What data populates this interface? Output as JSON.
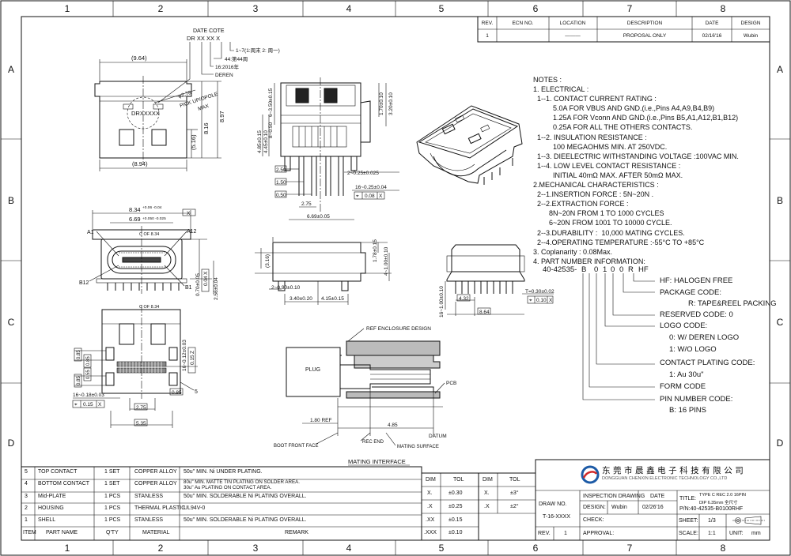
{
  "border": {
    "columns": [
      "1",
      "2",
      "3",
      "4",
      "5",
      "6",
      "7",
      "8"
    ],
    "rows": [
      "A",
      "B",
      "C",
      "D"
    ]
  },
  "revision_table": {
    "headers": [
      "REV.",
      "ECN NO.",
      "LOCATION",
      "DESCRIPTION",
      "DATE",
      "DESIGN"
    ],
    "row": [
      "1",
      "",
      "———",
      "PROPOSAL ONLY",
      "02/16'16",
      "Wubin"
    ]
  },
  "labels": {
    "date_code_title": "DATE COTE",
    "date_code_chars": "DR  XX  XX  X",
    "date_code_1": "1~7(1:周末 2: 周一)",
    "date_code_2": "44:第44周",
    "date_code_3": "16:2016年",
    "date_code_4": "DEREN",
    "dim_964": "(9.64)",
    "dim_278": "φ2.78",
    "pick_up": "PICK UP/OPOLE",
    "max": "MAX",
    "drxxxxx": "DRXXXXX",
    "dim_816": "8.16",
    "dim_897": "8.97",
    "dim_516": "(5.16)",
    "dim_894": "(8.94)",
    "side_6_350": "6~3.50±0.15",
    "side_8_050": "8~0.50",
    "side_485": "4.85±0.15",
    "side_445": "4.45±0.10",
    "side_170": "1.70±0.10",
    "side_320": "3.20±0.10",
    "side_250": "2.50",
    "side_150": "1.50",
    "side_050": "0.50",
    "side_2_025": "2~0.25±0.025",
    "side_16_025": "16~0.25±0.04",
    "side_tol1": "0.08",
    "side_tol1_ref": "X",
    "side_275": "2.75",
    "side_669": "6.69±0.05",
    "front_834": "8.34",
    "front_834_tol": "+0.06 -0.04",
    "front_669": "6.69",
    "front_669_tol": "+0.050 -0.025",
    "front_x": "X",
    "front_a1": "A1",
    "front_a12": "A12",
    "front_b12": "B12",
    "front_b1": "B1",
    "front_cof": "C OF 8.34",
    "front_070": "0.70±0.05",
    "front_tol04": "0.04",
    "front_tol04_ref": "X",
    "front_256": "2.56±0.04",
    "plan_316": "(3.16)",
    "plan_178": "1.78±0.15",
    "plan_4_100": "4~1.00±0.10",
    "plan_2_090": "2~0.90±0.10",
    "plan_340": "3.40±0.20",
    "plan_415": "4.15±0.15",
    "right_432": "4.32",
    "right_864": "8.64",
    "right_16_100": "16~1.00±0.10",
    "right_t": "T=0.30±0.02",
    "right_tol": "0.10",
    "right_tol_ref": "X",
    "fp_cof": "C OF 8.34",
    "fp_16_012": "16~0.12±0.03",
    "fp_tol015": "0.15",
    "fp_tol015_ref": "Z",
    "fp_16_018": "16~0.18±0.03",
    "fp_tol015b": "0.15",
    "fp_tol015b_ref": "X",
    "fp_275": "2.75",
    "fp_535": "5.35",
    "fp_085": "0.85",
    "fp_5": "5",
    "fp_left1": "0.85",
    "fp_left2": "0.85",
    "fp_left3": "0.85",
    "fp_left4": "0.55",
    "mi_ref": "REF ENCLOSURE DESIGN",
    "mi_plug": "PLUG",
    "mi_pcb": "PCB",
    "mi_datum": "DATUM",
    "mi_180": "1.80 REF",
    "mi_485": "4.85",
    "mi_boot": "BOOT FRONT FACE",
    "mi_rec": "REC END",
    "mi_mating": "MATING SURFACE",
    "mi_title": "MATING INTERFACE"
  },
  "notes": [
    "NOTES :",
    "1. ELECTRICAL :",
    "  1--1. CONTACT CURRENT RATING :",
    "          5.0A FOR VBUS AND GND.(i.e.,Pins A4,A9,B4,B9)",
    "          1.25A FOR Vconn AND GND.(i.e.,Pins B5,A1,A12,B1,B12)",
    "          0.25A FOR ALL THE OTHERS CONTACTS.",
    "  1--2. INSULATION RESISTANCE :",
    "          100 MEGAOHMS MIN. AT 250VDC.",
    "  1--3. DIEELECTRIC WITHSTANDING VOLTAGE :100VAC MIN.",
    "  1--4. LOW LEVEL CONTACT RESISTANCE :",
    "          INITIAL 40mΩ MAX. AFTER 50mΩ MAX.",
    "2.MECHANICAL CHARACTERISTICS :",
    "  2--1.INSERTION FORCE : 5N~20N .",
    "  2--2.EXTRACTION FORCE :",
    "        8N~20N FROM 1 TO 1000 CYCLES",
    "        6~20N FROM 1001 TO 10000 CYCLE.",
    "  2--3.DURABILITY :  10,000 MATING CYCLES.",
    "  2--4.OPERATING TEMPERATURE :-55°C TO +85°C",
    "3. Coplanarity : 0.08Max.",
    "4. PART NUMBER INFORMATION:"
  ],
  "part_number": {
    "prefix": "40-42535-",
    "chars": [
      "B",
      "0",
      "1",
      "0",
      "0",
      "R",
      "HF"
    ],
    "hf": "HF: HALOGEN FREE",
    "pkg": "PACKAGE CODE:",
    "pkg_r": "R: TAPE&REEL PACKING",
    "reserved": "RESERVED CODE: 0",
    "logo": "LOGO CODE:",
    "logo_0": "0: W/ DEREN LOGO",
    "logo_1": "1: W/O LOGO",
    "plating": "CONTACT PLATING CODE:",
    "plating_1": "1: Au 30u\"",
    "form": "FORM CODE",
    "pin": "PIN NUMBER CODE:",
    "pin_b": "B: 16 PINS"
  },
  "bom": {
    "headers": [
      "ITEM",
      "PART NAME",
      "Q'TY",
      "MATERIAL",
      "REMARK"
    ],
    "rows": [
      [
        "5",
        "TOP CONTACT",
        "1 SET",
        "COPPER ALLOY",
        "50u\" MIN. Ni UNDER PLATING."
      ],
      [
        "4",
        "BOTTOM CONTACT",
        "1 SET",
        "COPPER ALLOY",
        "80u\" MIN. MATTE TIN PLATING ON SOLDER AREA.\n30u\" Au PLATING ON CONTACT AREA."
      ],
      [
        "3",
        "Mid-PLATE",
        "1 PCS",
        "STANLESS",
        "50u\" MIN. SOLDERABLE Ni PLATING OVERALL."
      ],
      [
        "2",
        "HOUSING",
        "1 PCS",
        "THERMAL PLASTIC",
        "UL94V-0"
      ],
      [
        "1",
        "SHELL",
        "1 PCS",
        "STANLESS",
        "50u\" MIN. SOLDERABLE Ni PLATING OVERALL."
      ]
    ]
  },
  "tolerance_1": {
    "headers": [
      "DIM",
      "TOL"
    ],
    "rows": [
      [
        "X.",
        "±0.30"
      ],
      [
        ".X",
        "±0.25"
      ],
      [
        ".XX",
        "±0.15"
      ],
      [
        ".XXX",
        "±0.10"
      ]
    ]
  },
  "tolerance_2": {
    "headers": [
      "DIM",
      "TOL"
    ],
    "rows": [
      [
        "X.",
        "±3°"
      ],
      [
        ".X",
        "±2°"
      ]
    ]
  },
  "title_block": {
    "company_cn": "东 莞 市 晨 鑫 电 子 科 技 有 限 公 司",
    "company_en": "DONGGUAN CHENXIN ELECTRONIC TECHNOLOGY CO.,LTD",
    "draw_no_label": "DRAW NO.",
    "draw_no": "T-16-XXXX",
    "rev_label": "REV.",
    "rev": "1",
    "inspection": "INSPECTION DRAWING",
    "date_label": "DATE",
    "title_label": "TITLE:",
    "title_1": "TYPE C REC 2.0 16PIN",
    "title_2": "DIP 6.35mm 全尺寸",
    "design_label": "DESIGN:",
    "design": "Wubin",
    "design_date": "02/26'16",
    "check_label": "CHECK:",
    "approval_label": "APPROVAL:",
    "pn": "P/N:40-42535-B0100RHF",
    "sheet_label": "SHEET:",
    "sheet": "1/3",
    "scale_label": "SCALE:",
    "scale": "1:1",
    "unit_label": "UNIT:",
    "unit": "mm"
  },
  "colors": {
    "logo_blue": "#1c5aa6",
    "logo_red": "#d02a2a"
  }
}
